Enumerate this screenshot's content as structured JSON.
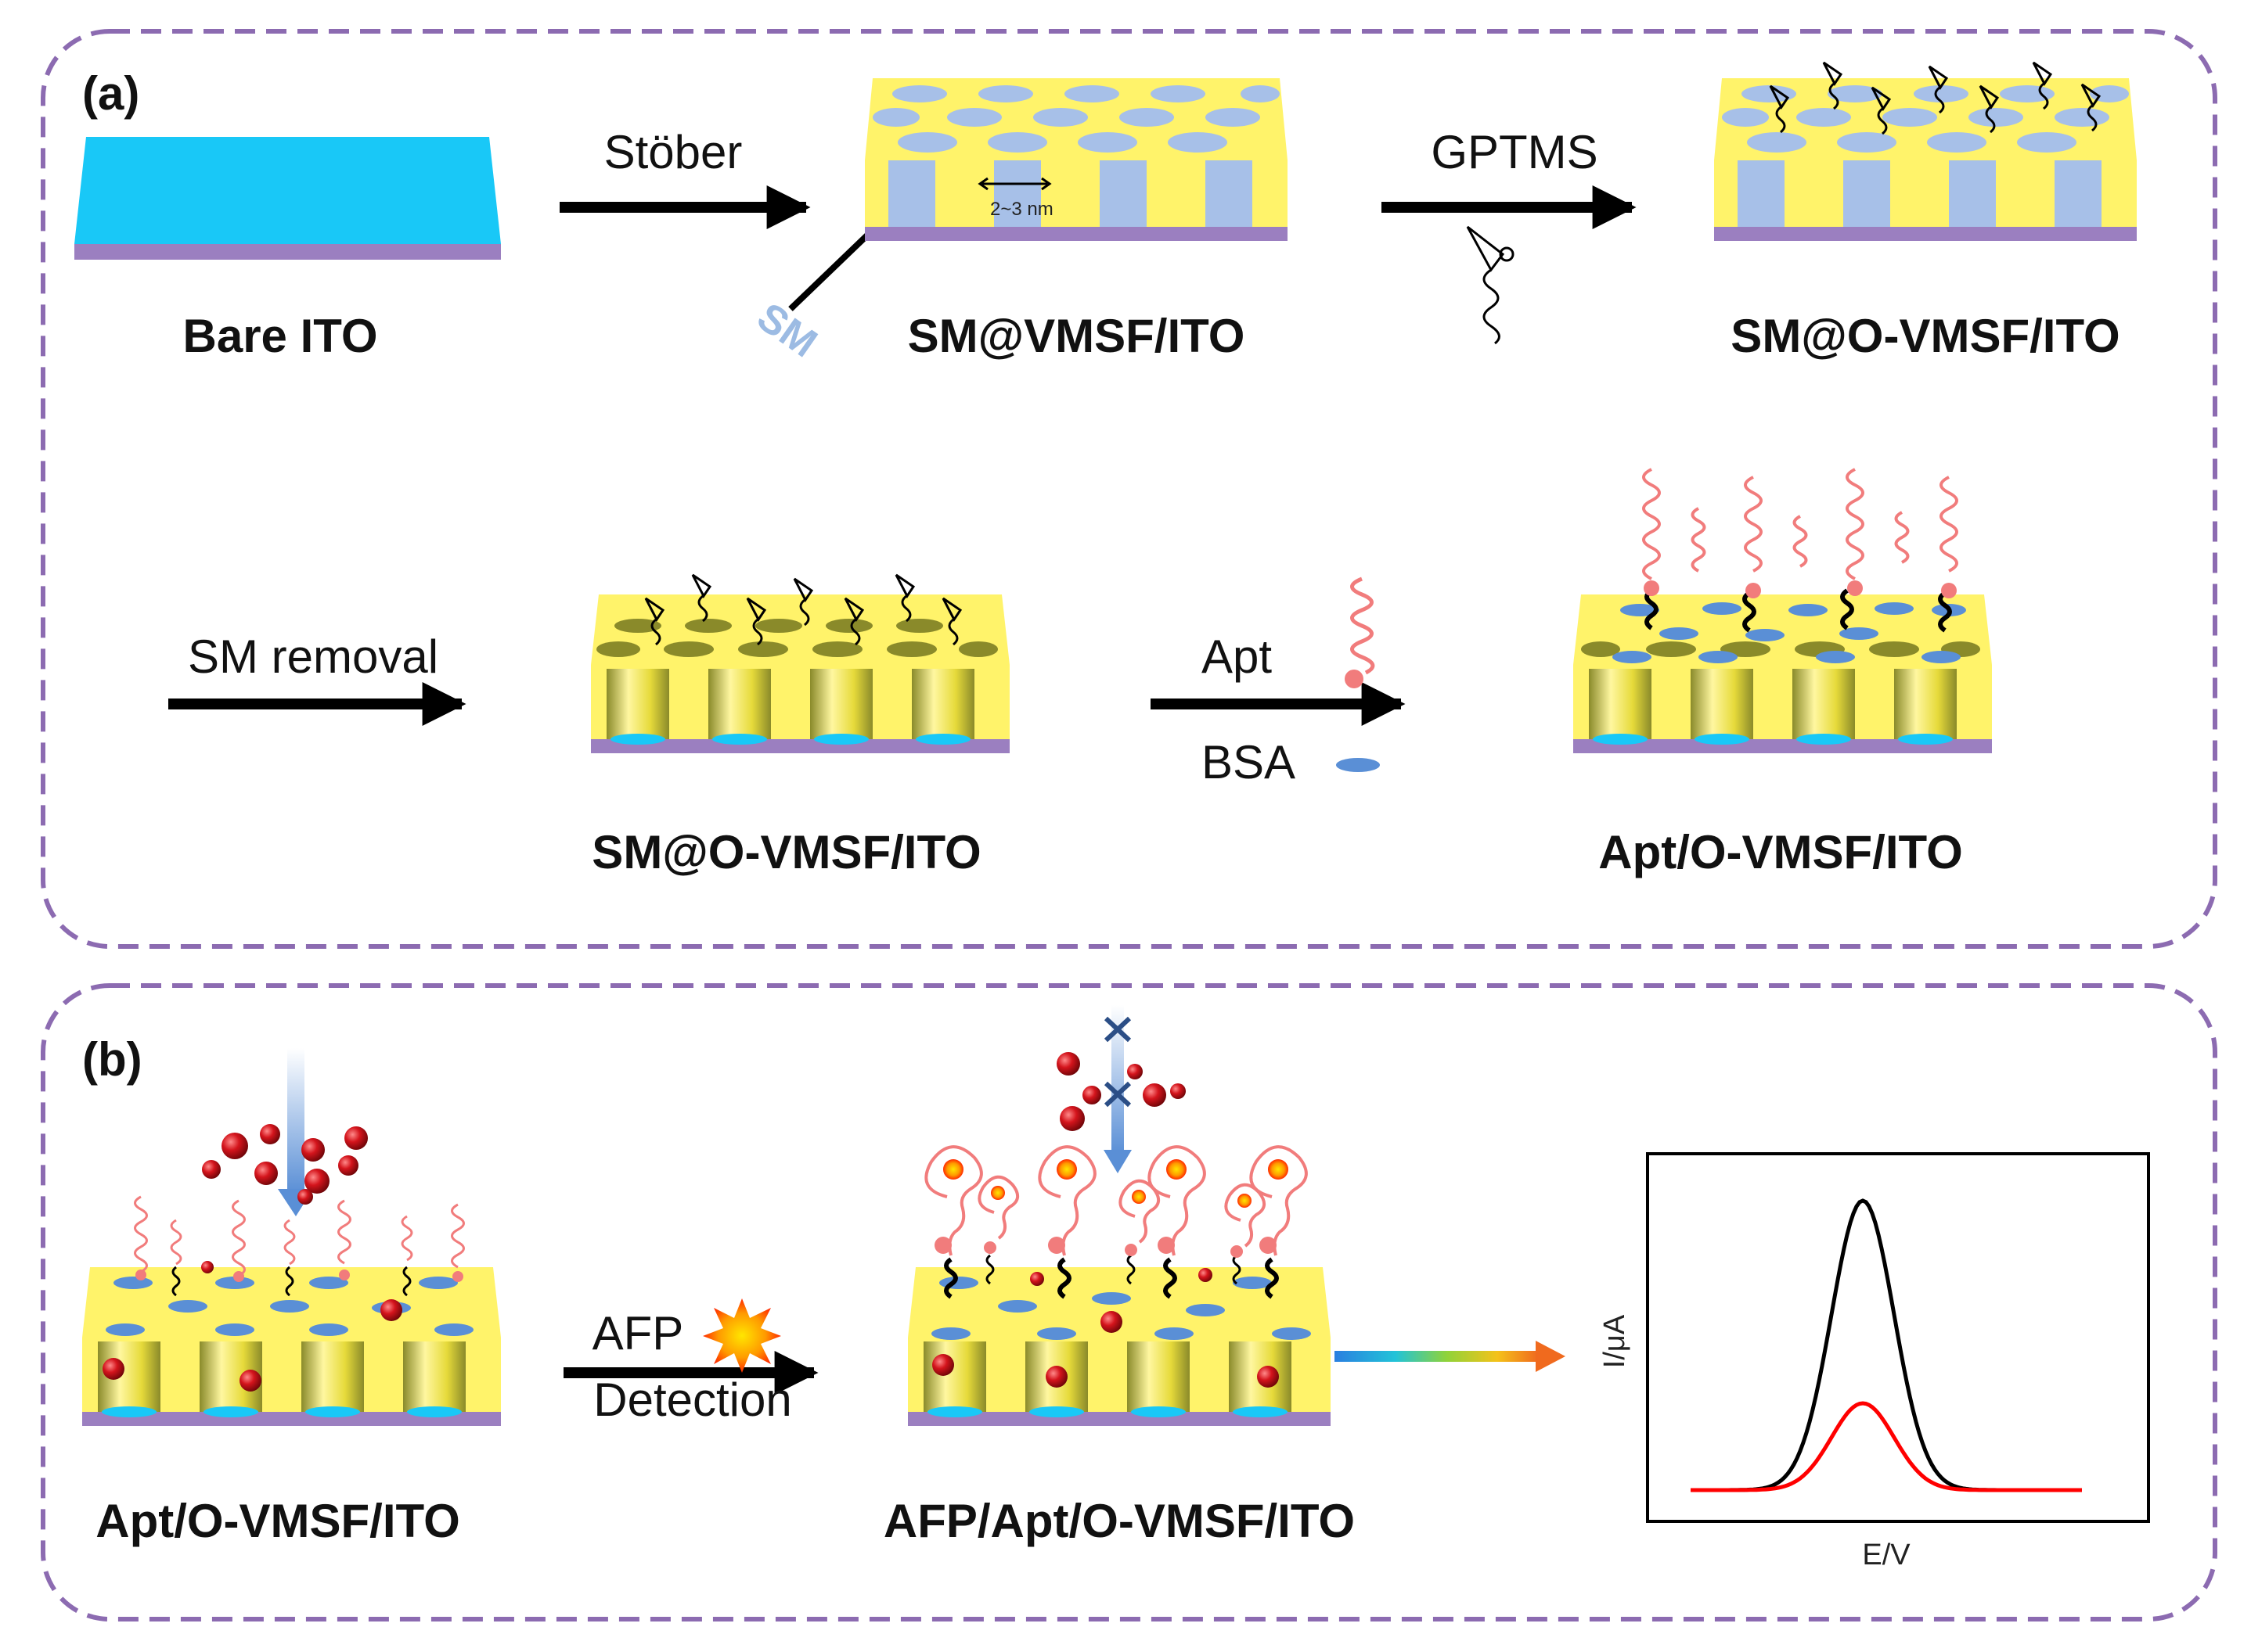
{
  "panel_a": {
    "tag": "(a)",
    "stages": [
      {
        "label": "Bare ITO"
      },
      {
        "label": "SM@VMSF/ITO"
      },
      {
        "label": "SM@O-VMSF/ITO"
      },
      {
        "label": "SM@O-VMSF/ITO"
      },
      {
        "label": "Apt/O-VMSF/ITO"
      }
    ],
    "steps": {
      "stober": "Stöber",
      "gptms": "GPTMS",
      "sm_removal": "SM removal",
      "apt": "Apt",
      "bsa": "BSA"
    },
    "sm_tag": "SM",
    "pore_size": "2~3 nm"
  },
  "panel_b": {
    "tag": "(b)",
    "stages": [
      {
        "label": "Apt/O-VMSF/ITO"
      },
      {
        "label": "AFP/Apt/O-VMSF/ITO"
      }
    ],
    "step_afp": "AFP",
    "step_detection": "Detection",
    "plot": {
      "xlabel": "E/V",
      "ylabel": "I/μA"
    }
  },
  "colors": {
    "frame": "#8c6bb1",
    "silica": "#fff36a",
    "pore": "#a7c0e8",
    "ito": "#9b7fc0",
    "bare_ito": "#19c8f7",
    "aptamer": "#f17c7c",
    "afp": "#d4141c",
    "trace_high": "#000000",
    "trace_low": "#ff0000"
  },
  "chart_data": {
    "type": "line",
    "xlabel": "E/V",
    "ylabel": "I/μA",
    "series": [
      {
        "color": "#000000",
        "peak_relative": 1.0
      },
      {
        "color": "#ff0000",
        "peak_relative": 0.3
      }
    ]
  }
}
